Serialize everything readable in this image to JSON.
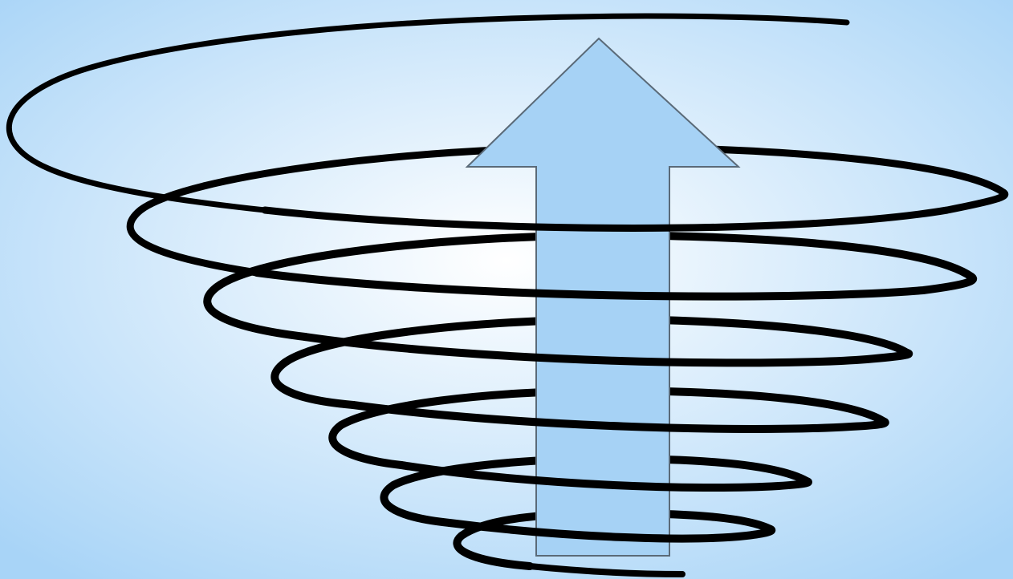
{
  "colors": {
    "background_center": "#ffffff",
    "background_edge": "#a8d4f7",
    "arrow_fill": "#a6d2f5",
    "arrow_stroke": "#5a6a78",
    "spiral_stroke": "#000000"
  },
  "diagram": {
    "type": "spiral-with-upward-arrow",
    "spiral_turns": 7,
    "arrow_direction": "up",
    "arrow_label": ""
  }
}
